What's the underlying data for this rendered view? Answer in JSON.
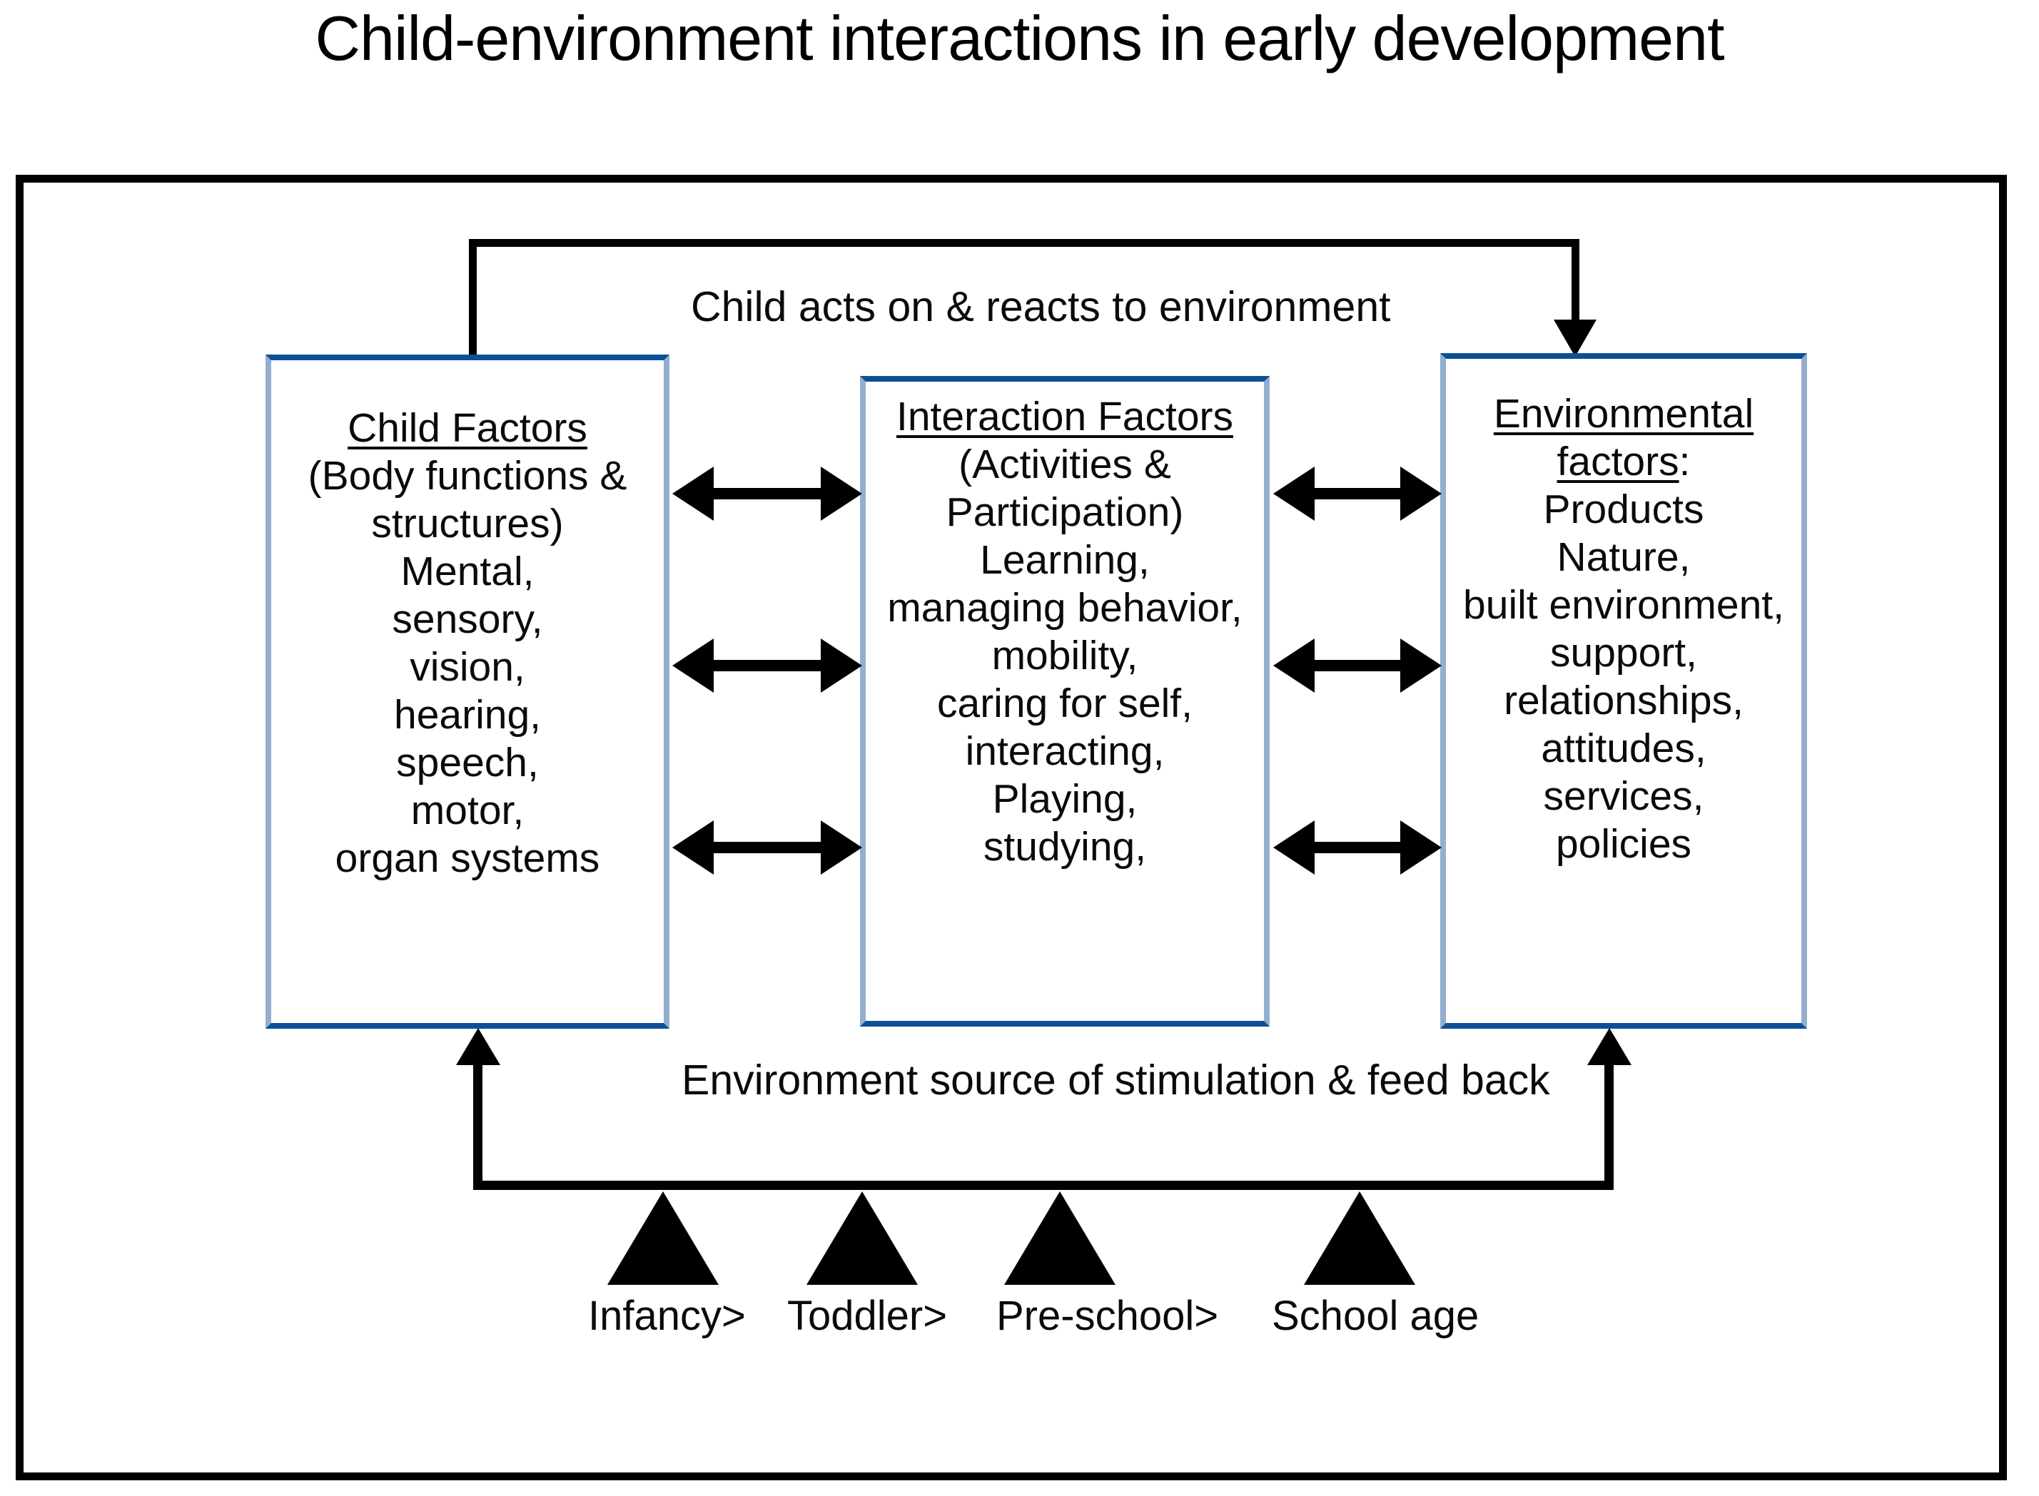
{
  "title": "Child-environment interactions in early development",
  "colors": {
    "frame": "#000000",
    "box_border_strong": "#0d4f95",
    "box_border_light": "#93aecf",
    "arrow": "#000000",
    "text": "#0a0a0a",
    "background": "#ffffff"
  },
  "boxes": {
    "child": {
      "heading": "Child Factors",
      "lines": [
        "(Body functions &",
        "structures)",
        "Mental,",
        "sensory,",
        "vision,",
        "hearing,",
        "speech,",
        "motor,",
        "organ systems"
      ]
    },
    "interaction": {
      "heading": "Interaction Factors",
      "lines": [
        "(Activities &",
        "Participation)",
        "Learning,",
        "managing behavior,",
        "mobility,",
        "caring for self,",
        "interacting,",
        "Playing,",
        "studying,"
      ]
    },
    "environment": {
      "heading_line1": "Environmental",
      "heading_line2": "factors",
      "heading_suffix": ":",
      "lines": [
        "Products",
        "Nature,",
        "built environment,",
        "support,",
        "relationships,",
        "attitudes,",
        "services,",
        "policies"
      ]
    }
  },
  "loops": {
    "top_caption": "Child acts on & reacts to environment",
    "bottom_caption": "Environment source of stimulation & feed back"
  },
  "stages": [
    {
      "label": "Infancy>"
    },
    {
      "label": "Toddler>"
    },
    {
      "label": "Pre-school>"
    },
    {
      "label": "School age"
    }
  ]
}
